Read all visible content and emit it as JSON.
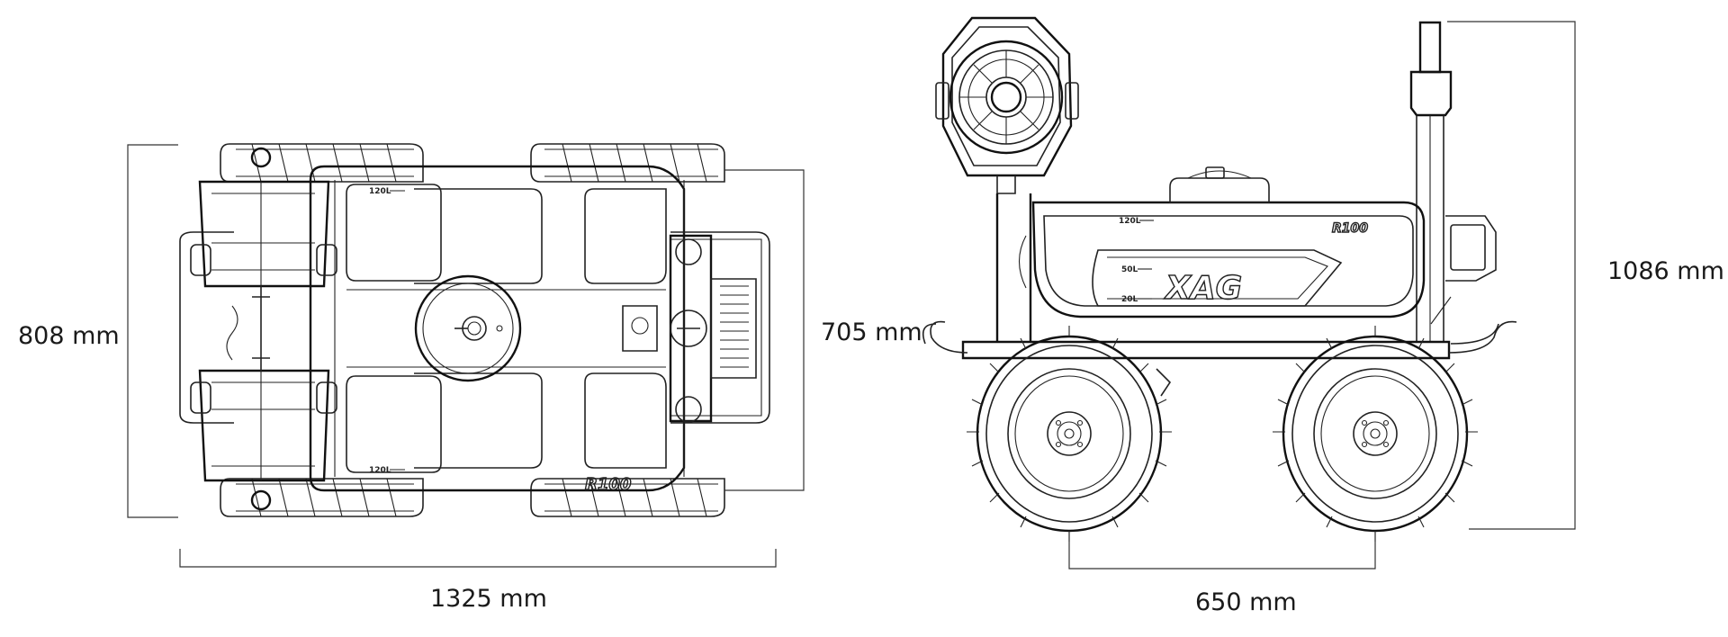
{
  "dimensions": {
    "top_width_length": "808 mm",
    "top_length": "1325 mm",
    "top_body_width": "705 mm",
    "side_height": "1086 mm",
    "side_wheelbase": "650 mm"
  },
  "tank_labels": {
    "top_upper": "120L",
    "top_lower": "120L",
    "side_main": "120L",
    "side_mid": "50L",
    "side_low": "20L"
  },
  "brand": {
    "model_top": "R100",
    "model_side": "R100",
    "logo": "XAG"
  }
}
